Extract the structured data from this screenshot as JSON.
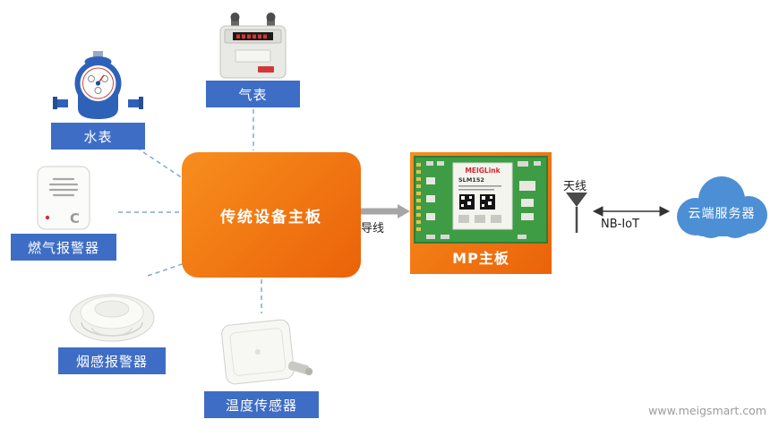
{
  "diagram": {
    "devices": [
      {
        "label": "水表"
      },
      {
        "label": "气表"
      },
      {
        "label": "燃气报警器",
        "mark": "C"
      },
      {
        "label": "烟感报警器"
      },
      {
        "label": "温度传感器"
      }
    ],
    "main_board_label": "传统设备主板",
    "wire_label": "导线",
    "mp_board": {
      "label": "MP主板",
      "brand": "MEIGLink",
      "model": "SLM152"
    },
    "antenna_label": "天线",
    "link_label": "NB-IoT",
    "cloud_label": "云端服务器",
    "watermark": "www.meigsmart.com"
  },
  "colors": {
    "device_box": "#3E6DC5",
    "board_orange_top": "#F78E1E",
    "board_orange_bottom": "#EB6209",
    "cloud_blue": "#4C8FD5",
    "dashed_line": "#7FA8DC",
    "wire_gray": "#A6A6A6",
    "watermark_gray": "#9B9B9B"
  }
}
